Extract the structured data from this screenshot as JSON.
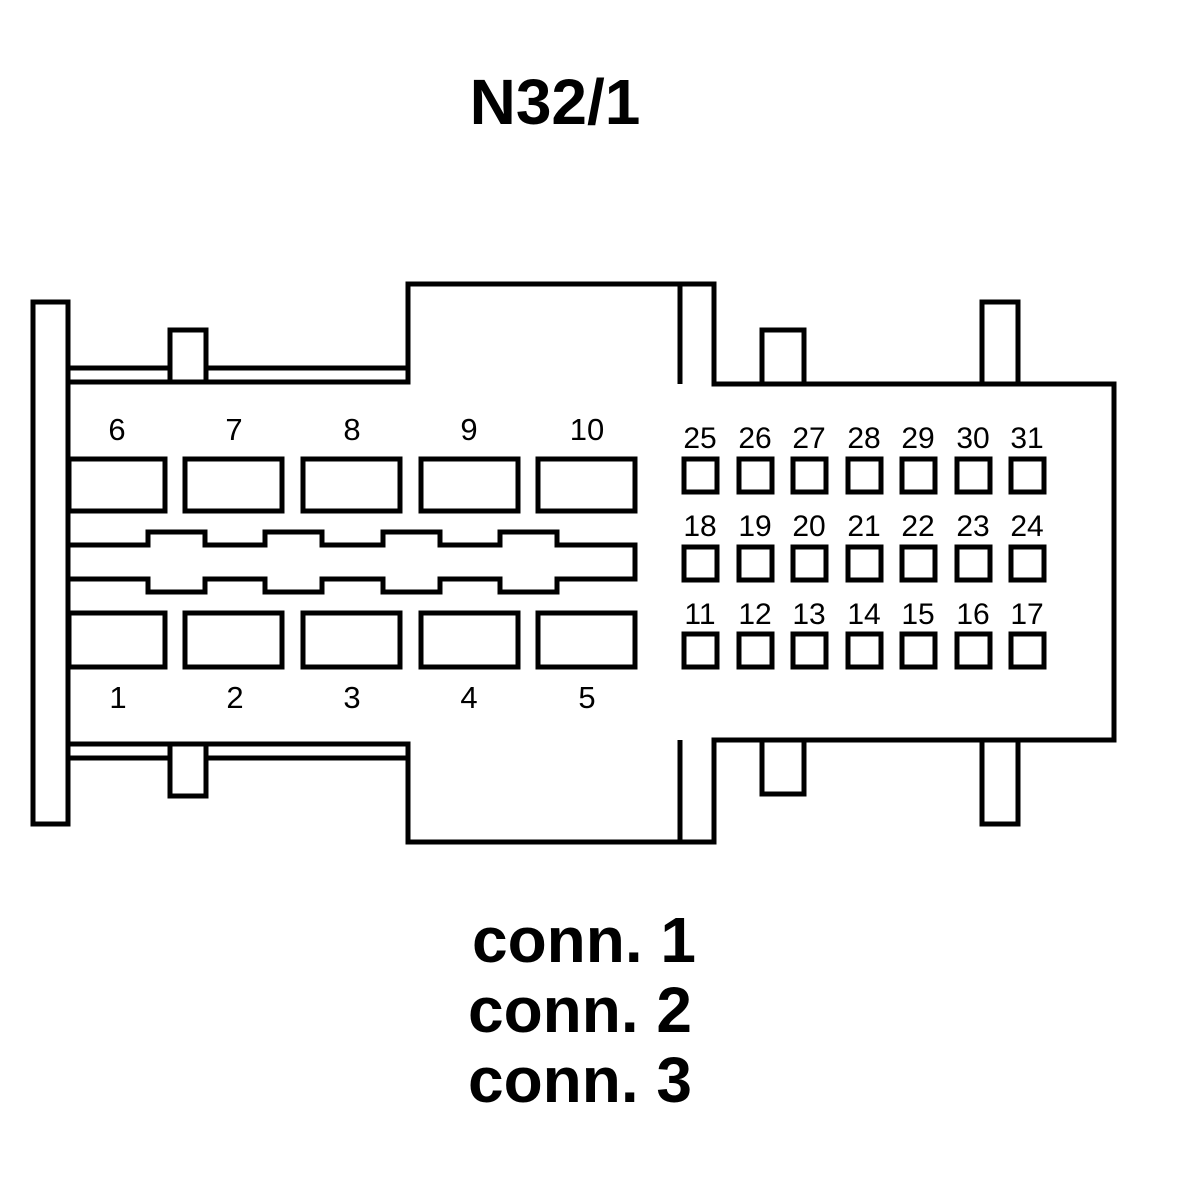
{
  "title": "N32/1",
  "large_pins": {
    "top": [
      "6",
      "7",
      "8",
      "9",
      "10"
    ],
    "bottom": [
      "1",
      "2",
      "3",
      "4",
      "5"
    ]
  },
  "small_pins": {
    "row1": [
      "25",
      "26",
      "27",
      "28",
      "29",
      "30",
      "31"
    ],
    "row2": [
      "18",
      "19",
      "20",
      "21",
      "22",
      "23",
      "24"
    ],
    "row3": [
      "11",
      "12",
      "13",
      "14",
      "15",
      "16",
      "17"
    ]
  },
  "connectors": [
    "conn. 1",
    "conn. 2",
    "conn. 3"
  ]
}
